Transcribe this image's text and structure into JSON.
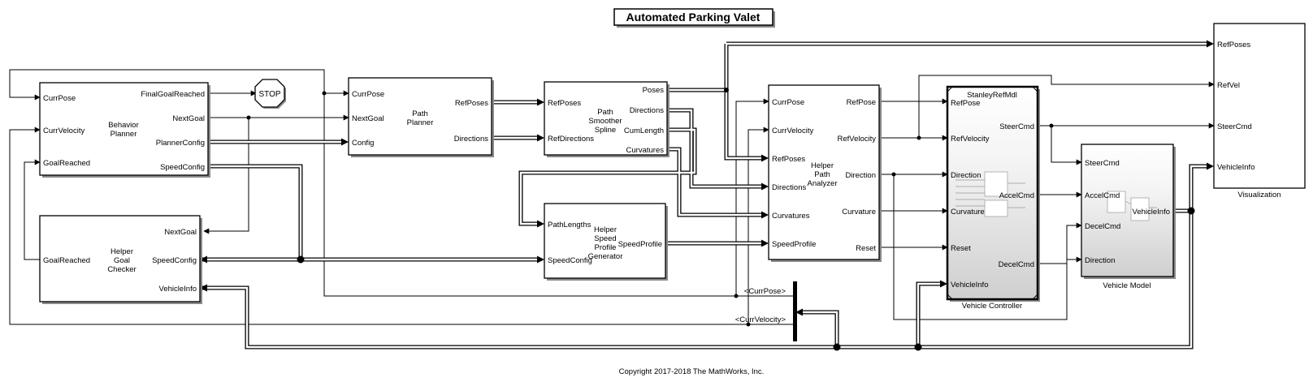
{
  "title": "Automated Parking Valet",
  "copyright": "Copyright 2017-2018 The MathWorks, Inc.",
  "stop_label": "STOP",
  "blocks": {
    "behavior_planner": {
      "name": [
        "Behavior",
        "Planner"
      ],
      "inputs": [
        "CurrPose",
        "CurrVelocity",
        "GoalReached"
      ],
      "outputs": [
        "FinalGoalReached",
        "NextGoal",
        "PlannerConfig",
        "SpeedConfig"
      ]
    },
    "goal_checker": {
      "name": [
        "Helper",
        "Goal",
        "Checker"
      ],
      "inputs": [
        "NextGoal",
        "SpeedConfig",
        "VehicleInfo"
      ],
      "outputs": [
        "GoalReached"
      ]
    },
    "path_planner": {
      "name": [
        "Path",
        "Planner"
      ],
      "inputs": [
        "CurrPose",
        "NextGoal",
        "Config"
      ],
      "outputs": [
        "RefPoses",
        "Directions"
      ]
    },
    "path_smoother": {
      "name": [
        "Path",
        "Smoother",
        "Spline"
      ],
      "inputs": [
        "RefPoses",
        "RefDirections"
      ],
      "outputs": [
        "Poses",
        "Directions",
        "CumLength",
        "Curvatures"
      ]
    },
    "speed_profile": {
      "name": [
        "Helper",
        "Speed",
        "Profile",
        "Generator"
      ],
      "inputs": [
        "PathLengths",
        "SpeedConfig"
      ],
      "outputs": [
        "SpeedProfile"
      ]
    },
    "path_analyzer": {
      "name": [
        "Helper",
        "Path",
        "Analyzer"
      ],
      "inputs": [
        "CurrPose",
        "CurrVelocity",
        "RefPoses",
        "Directions",
        "Curvatures",
        "SpeedProfile"
      ],
      "outputs": [
        "RefPose",
        "RefVelocity",
        "Direction",
        "Curvature",
        "Reset"
      ]
    },
    "vehicle_controller": {
      "name": "Vehicle Controller",
      "inner_name": "StanleyRefMdl",
      "inputs": [
        "RefPose",
        "RefVelocity",
        "Direction",
        "Curvature",
        "Reset",
        "VehicleInfo"
      ],
      "outputs": [
        "SteerCmd",
        "AccelCmd",
        "DecelCmd"
      ]
    },
    "vehicle_model": {
      "name": "Vehicle Model",
      "inputs": [
        "SteerCmd",
        "AccelCmd",
        "DecelCmd",
        "Direction"
      ],
      "outputs": [
        "VehicleInfo"
      ]
    },
    "visualization": {
      "name": "Visualization",
      "inputs": [
        "RefPoses",
        "RefVel",
        "SteerCmd",
        "VehicleInfo"
      ]
    },
    "bus_selector": {
      "outputs": [
        "<CurrPose>",
        "<CurrVelocity>"
      ]
    }
  },
  "colors": {
    "line": "#000000",
    "block_fill": "#ffffff",
    "subsystem_gradient_end": "#d0d0d0"
  }
}
